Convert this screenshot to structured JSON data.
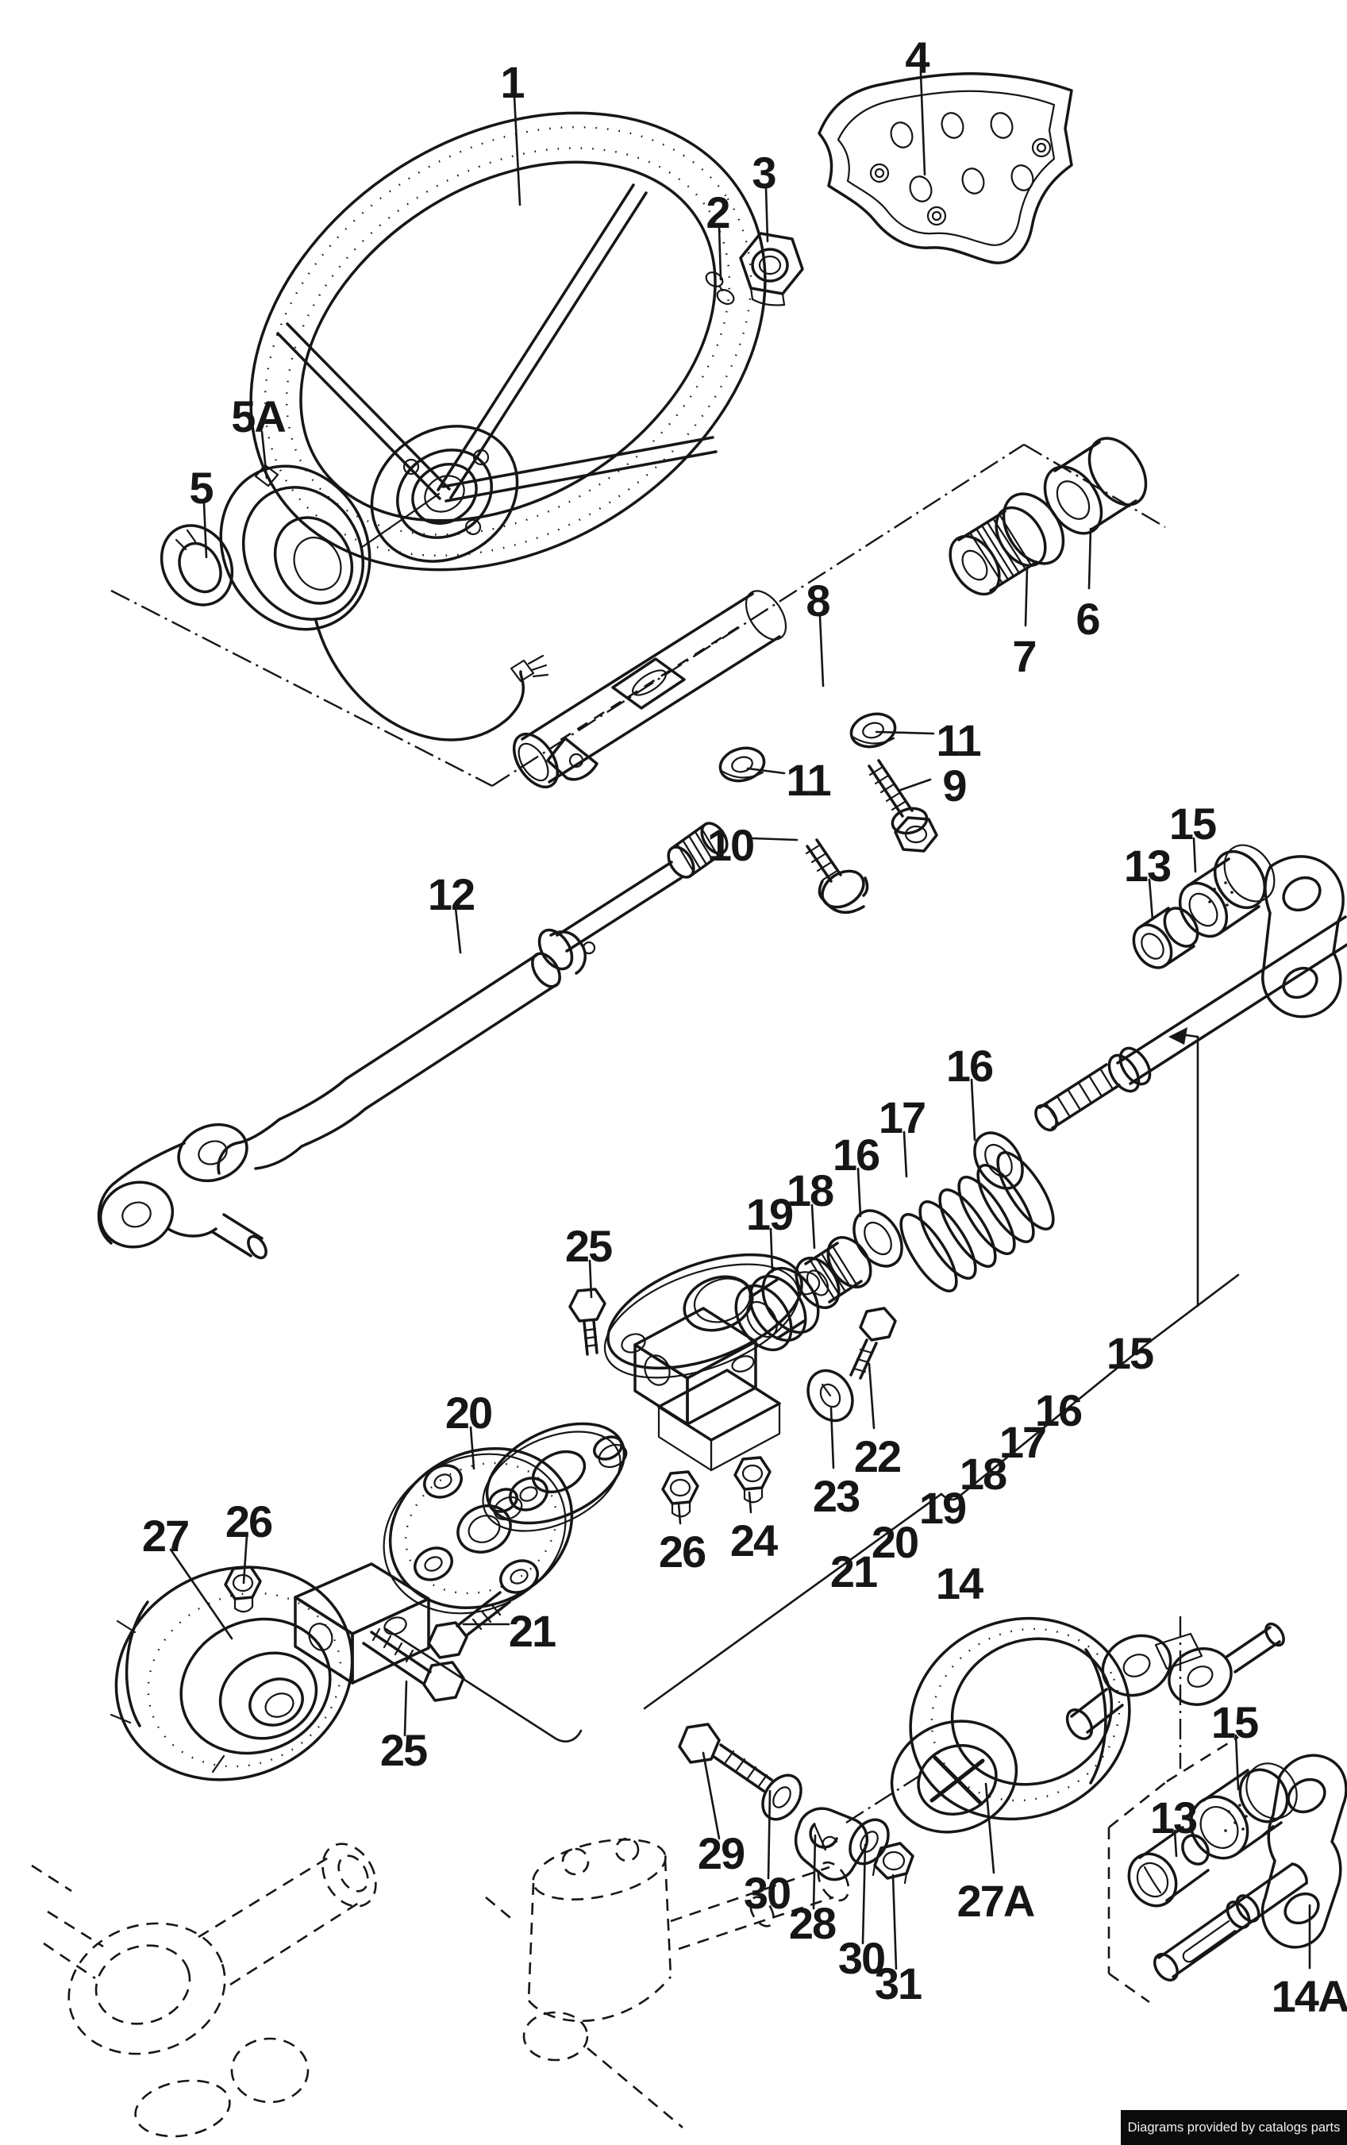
{
  "colors": {
    "background": "#ffffff",
    "ink": "#161616",
    "footer_bar": "#0b0b0b",
    "footer_text": "#f0f0f0"
  },
  "footer": {
    "text": "Diagrams provided by catalogs parts"
  },
  "diagram": {
    "description": "Exploded parts diagram of a steering wheel and steering column assembly",
    "callouts": [
      {
        "text": "1"
      },
      {
        "text": "4"
      },
      {
        "text": "3"
      },
      {
        "text": "2"
      },
      {
        "text": "5A"
      },
      {
        "text": "5"
      },
      {
        "text": "8"
      },
      {
        "text": "7"
      },
      {
        "text": "6"
      },
      {
        "text": "11"
      },
      {
        "text": "11"
      },
      {
        "text": "9"
      },
      {
        "text": "10"
      },
      {
        "text": "12"
      },
      {
        "text": "13"
      },
      {
        "text": "15"
      },
      {
        "text": "16"
      },
      {
        "text": "17"
      },
      {
        "text": "16"
      },
      {
        "text": "18"
      },
      {
        "text": "19"
      },
      {
        "text": "25"
      },
      {
        "text": "20"
      },
      {
        "text": "22"
      },
      {
        "text": "23"
      },
      {
        "text": "26"
      },
      {
        "text": "24"
      },
      {
        "text": "21"
      },
      {
        "text": "20"
      },
      {
        "text": "19"
      },
      {
        "text": "18"
      },
      {
        "text": "17"
      },
      {
        "text": "16"
      },
      {
        "text": "15"
      },
      {
        "text": "14"
      },
      {
        "text": "27"
      },
      {
        "text": "26"
      },
      {
        "text": "25"
      },
      {
        "text": "21"
      },
      {
        "text": "29"
      },
      {
        "text": "30"
      },
      {
        "text": "28"
      },
      {
        "text": "30"
      },
      {
        "text": "31"
      },
      {
        "text": "27A"
      },
      {
        "text": "15"
      },
      {
        "text": "13"
      },
      {
        "text": "14A"
      }
    ]
  }
}
